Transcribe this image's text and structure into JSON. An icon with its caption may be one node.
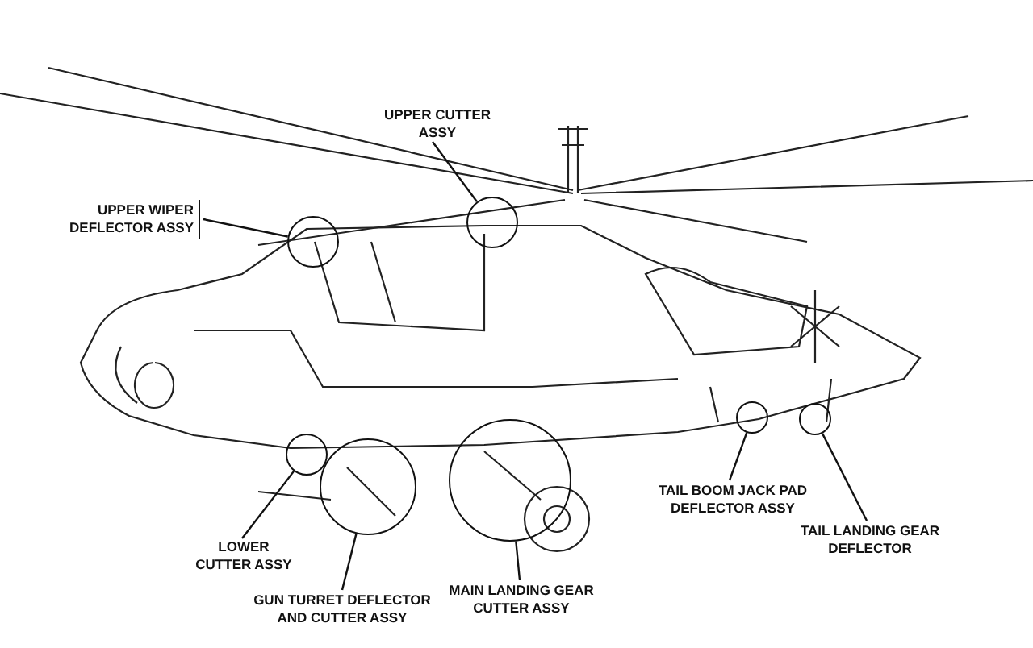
{
  "diagram": {
    "nodes": [
      {
        "text": [
          "UPPER CUTTER ASSY"
        ]
      },
      {
        "text": [
          "UPPER WIPER DEFLECTOR ASSY"
        ]
      },
      {
        "text": [
          "LOWER CUTTER ASSY"
        ]
      },
      {
        "text": [
          "GUN TURRET DEFLECTOR AND CUTTER ASSY"
        ]
      },
      {
        "text": [
          "MAIN LANDING GEAR CUTTER ASSY"
        ]
      },
      {
        "text": [
          "TAIL BOOM JACK PAD DEFLECTOR ASSY"
        ]
      },
      {
        "text": [
          "TAIL LANDING GEAR DEFLECTOR"
        ]
      },
      {
        "text": [],
        "shape": "circle"
      },
      {
        "text": [],
        "shape": "circle"
      },
      {
        "text": [],
        "shape": "circle"
      },
      {
        "text": [],
        "shape": "circle"
      },
      {
        "text": [],
        "shape": "circle"
      },
      {
        "text": [],
        "shape": "circle"
      },
      {
        "text": [],
        "shape": "circle"
      }
    ],
    "edges": [
      {
        "from": 0,
        "to": 7,
        "arrow": "none"
      },
      {
        "from": 1,
        "to": 8,
        "arrow": "none"
      },
      {
        "from": 2,
        "to": 9,
        "arrow": "none"
      },
      {
        "from": 3,
        "to": 10,
        "arrow": "none"
      },
      {
        "from": 4,
        "to": 11,
        "arrow": "none"
      },
      {
        "from": 5,
        "to": 12,
        "arrow": "none"
      },
      {
        "from": 6,
        "to": 13,
        "arrow": "none"
      }
    ]
  }
}
